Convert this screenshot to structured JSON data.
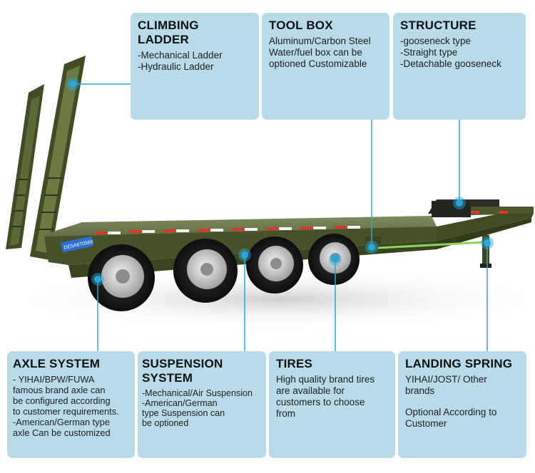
{
  "colors": {
    "box_bg": "#b9dbe8",
    "connector": "#2ba6d8",
    "trailer_body": "#4b5a2c"
  },
  "plate_text": "DE5A870568",
  "callouts": {
    "climbing_ladder": {
      "title": "CLIMBING LADDER",
      "lines": [
        "-Mechanical Ladder",
        "-Hydraulic Ladder"
      ]
    },
    "tool_box": {
      "title": "TOOL BOX",
      "lines": [
        "Aluminum/Carbon Steel",
        "Water/fuel box can be",
        "optioned Customizable"
      ]
    },
    "structure": {
      "title": "STRUCTURE",
      "lines": [
        "-gooseneck type",
        "-Straight type",
        "-Detachable gooseneck"
      ]
    },
    "axle_system": {
      "title": "AXLE SYSTEM",
      "lines": [
        "- YIHAI/BPW/FUWA",
        "famous brand axle can",
        "be configured according",
        "to customer requirements.",
        "-American/German type",
        "axle Can be customized"
      ]
    },
    "suspension_system": {
      "title_line1": "SUSPENSION",
      "title_line2": "SYSTEM",
      "lines": [
        "-Mechanical/Air Suspension",
        "-American/German",
        "type Suspension can",
        "be optioned"
      ]
    },
    "tires": {
      "title": "TIRES",
      "lines": [
        "High quality brand tires",
        "are available for",
        "customers to choose",
        "from"
      ]
    },
    "landing_spring": {
      "title": "LANDING SPRING",
      "lines": [
        "YIHAI/JOST/ Other",
        "brands"
      ],
      "lines2": [
        "Optional According to",
        "Customer"
      ]
    }
  }
}
